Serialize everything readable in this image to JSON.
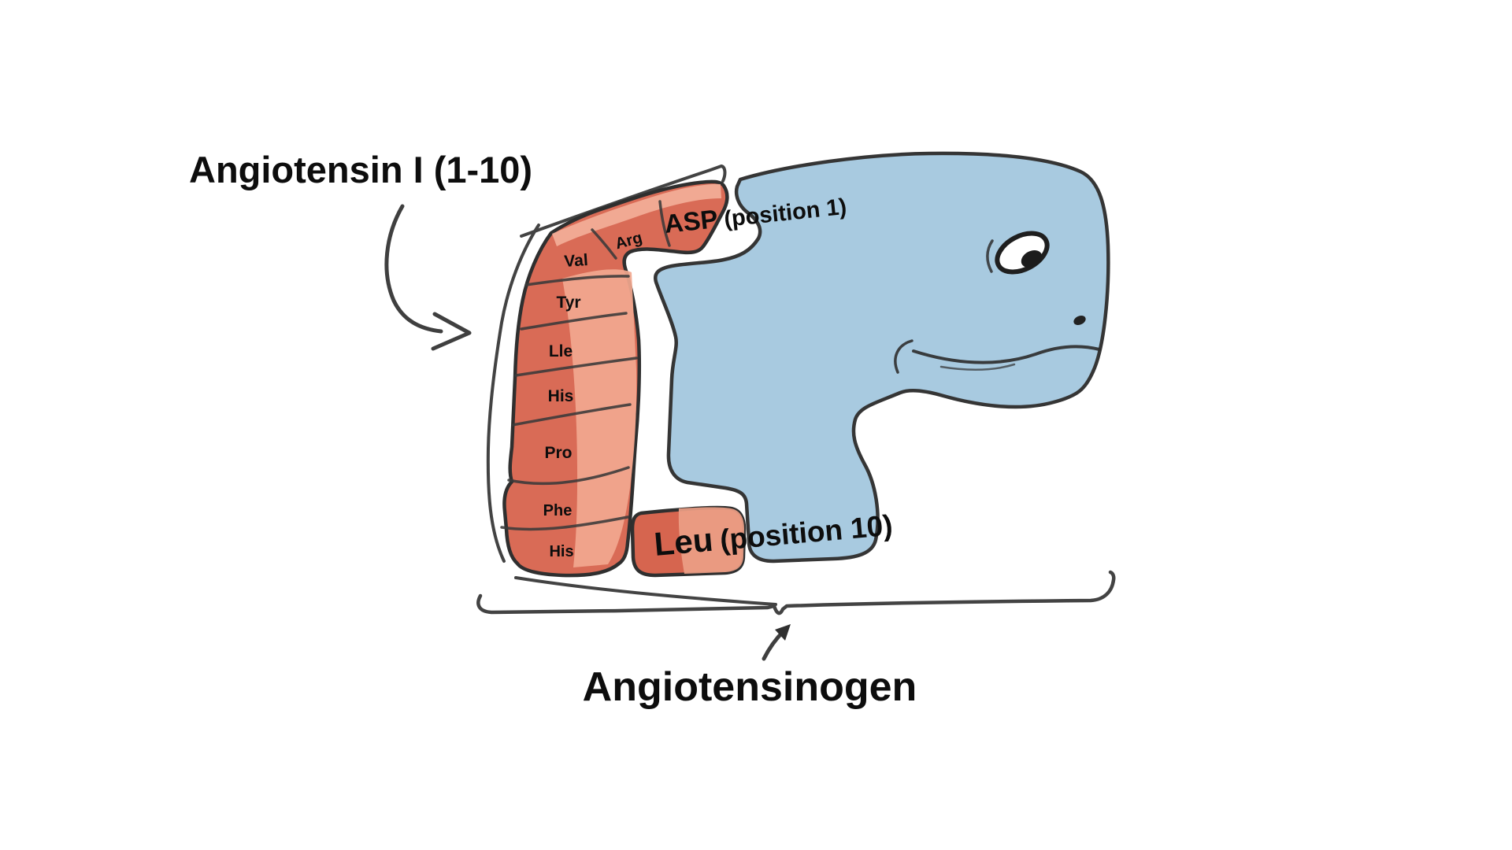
{
  "title": "Angiotensin I (1-10)",
  "protein_label": "Angiotensinogen",
  "peptide": {
    "residues": [
      "Arg",
      "Val",
      "Tyr",
      "Lle",
      "His",
      "Pro",
      "Phe",
      "His"
    ],
    "n_terminus": {
      "residue": "ASP",
      "note": "(position 1)"
    },
    "c_terminus": {
      "residue": "Leu",
      "note": "(position 10)"
    }
  },
  "colors": {
    "peptide_red": "#d96b56",
    "peptide_red_dark": "#d4604d",
    "peptide_highlight": "#f2a88f",
    "peptide_highlight_light": "#f4b49e",
    "protein_blue": "#a6c9df",
    "sketch_stroke": "#2f2f2f",
    "text": "#0d0d0d"
  }
}
